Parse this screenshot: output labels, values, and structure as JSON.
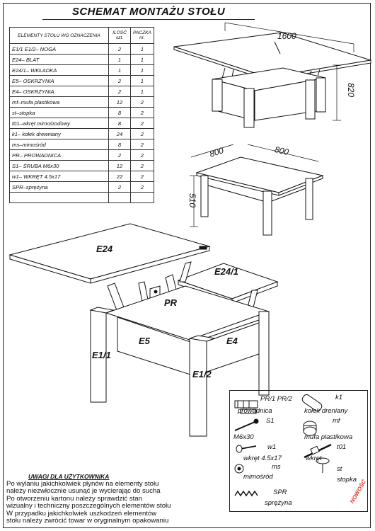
{
  "title": "SCHEMAT MONTAŻU STOŁU",
  "table": {
    "headers": {
      "name": "ELEMENTY STOŁU WG OZNACZENIA",
      "qty": "ILOŚĆ szt.",
      "pack": "PACZKA nr."
    },
    "rows": [
      {
        "name": "E1/1  E1/2–  NOGA",
        "qty": "2",
        "pack": "1"
      },
      {
        "name": "E24–  BLAT",
        "qty": "1",
        "pack": "1"
      },
      {
        "name": "E24/1–  WKŁADKA",
        "qty": "1",
        "pack": "1"
      },
      {
        "name": "E5–  OSKRZYNIA",
        "qty": "2",
        "pack": "1"
      },
      {
        "name": "E4–  OSKRZYNIA",
        "qty": "2",
        "pack": "1"
      },
      {
        "name": "mf–mufa plastikowa",
        "qty": "12",
        "pack": "2"
      },
      {
        "name": "st–stopka",
        "qty": "8",
        "pack": "2"
      },
      {
        "name": "t01–wkręt mimośrodowy",
        "qty": "8",
        "pack": "2"
      },
      {
        "name": "k1–  kołek drewniany",
        "qty": "24",
        "pack": "2"
      },
      {
        "name": "ms–mimośród",
        "qty": "8",
        "pack": "2"
      },
      {
        "name": "PR–  PROWADNICA",
        "qty": "2",
        "pack": "2"
      },
      {
        "name": "S1–  ŚRUBA  M6x30",
        "qty": "12",
        "pack": "2"
      },
      {
        "name": "w1–  WKRĘT  4.5x17",
        "qty": "22",
        "pack": "2"
      },
      {
        "name": "SPR–sprężyna",
        "qty": "2",
        "pack": "2"
      },
      {
        "name": "",
        "qty": "",
        "pack": ""
      }
    ]
  },
  "dimensions": {
    "length_open": "1600",
    "height_open": "820",
    "width_a": "800",
    "width_b": "800",
    "height_closed": "510"
  },
  "labels": {
    "top": "E24",
    "insert": "E24/1",
    "guide": "PR",
    "apron_front": "E5",
    "apron_side": "E4",
    "leg_left": "E1/1",
    "leg_right": "E1/2"
  },
  "legend": {
    "pr": "PR/1 PR/2",
    "pr_name": "prowadnica",
    "k1": "k1",
    "k1_name": "kołek drenіany",
    "s1": "S1",
    "s1_name": "M6x30",
    "mf": "mf",
    "mf_name": "mufa plastikowa",
    "w1": "w1",
    "w1_name": "wkręt  4.5x17",
    "t01": "t01",
    "t01_name": "wkręt",
    "ms": "ms",
    "ms_name": "mimośród",
    "st": "st",
    "st_name": "stopka",
    "spr": "SPR",
    "spr_name": "sprężyna"
  },
  "notes": {
    "title": "UWAGI DLA UŻYTKOWNIKA",
    "lines": [
      "Po wylaniu jakichkolwiek płynów na elementy stołu",
      "należy niezwłocznie usunąć je wycierając do sucha",
      "Po otworzeniu kartonu należy sprawdzić stan",
      "wizualny i techniczny poszczególnych elementów stołu",
      "W przypadku jakichkolwiek uszkodzeń elementów",
      "stołu należy zwrócić towar w oryginalnym opakowaniu"
    ]
  },
  "stamp": "NOWOŚĆ"
}
